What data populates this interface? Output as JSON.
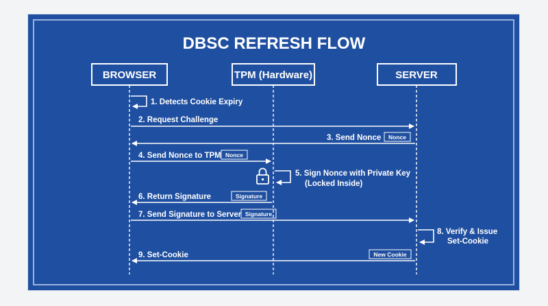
{
  "title": "DBSC REFRESH FLOW",
  "actors": [
    {
      "label": "BROWSER"
    },
    {
      "label": "TPM (Hardware)"
    },
    {
      "label": "SERVER"
    }
  ],
  "messages": [
    {
      "label": "1. Detects Cookie Expiry",
      "tag": ""
    },
    {
      "label": "2. Request Challenge",
      "tag": ""
    },
    {
      "label": "3. Send Nonce",
      "tag": "Nonce"
    },
    {
      "label": "4. Send Nonce to TPM",
      "tag": "Nonce"
    },
    {
      "label": "5. Sign Nonce with Private Key",
      "label2": "(Locked Inside)",
      "tag": ""
    },
    {
      "label": "6. Return Signature",
      "tag": "Signature"
    },
    {
      "label": "7. Send Signature to Server",
      "tag": "Signature"
    },
    {
      "label": "8. Verify & Issue",
      "label2": "Set-Cookie",
      "tag": ""
    },
    {
      "label": "9. Set-Cookie",
      "tag": "New Cookie"
    }
  ],
  "colors": {
    "background": "#1f4fa0",
    "foreground": "#ffffff"
  },
  "icons": [
    "lock-icon"
  ]
}
